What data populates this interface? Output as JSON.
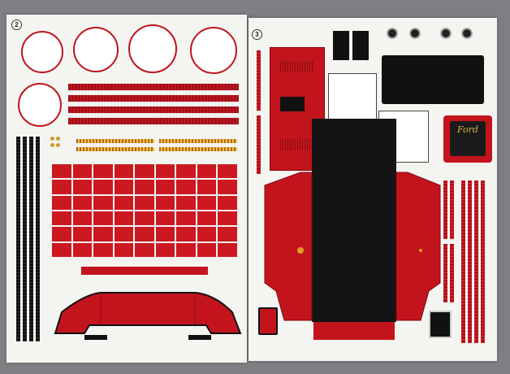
{
  "pages": {
    "left_number": "2",
    "right_number": "3"
  },
  "parts": {
    "logo_text": "Ford"
  },
  "colors": {
    "red": "#c3141d",
    "black": "#111111",
    "paper": "#f4f4f1",
    "background": "#7d7f82",
    "gold": "#d8b44a"
  }
}
